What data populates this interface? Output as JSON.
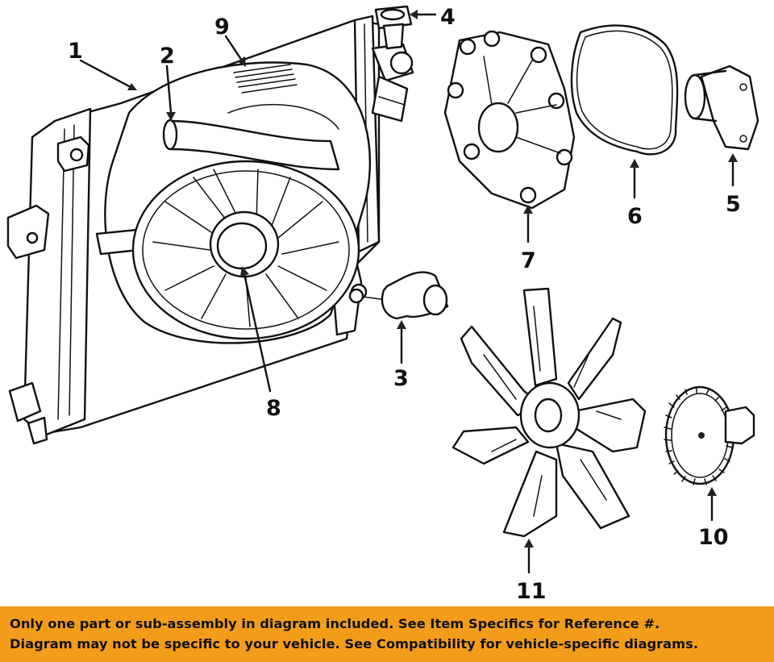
{
  "callouts": [
    "1",
    "2",
    "3",
    "4",
    "5",
    "6",
    "7",
    "8",
    "9",
    "10",
    "11"
  ],
  "notice": {
    "line1": "Only one part or sub-assembly in diagram included. See Item Specifics for Reference #.",
    "line2": "Diagram may not be specific to your vehicle. See Compatibility for vehicle-specific diagrams."
  },
  "colors": {
    "banner": "#f39c1a",
    "ink": "#111111",
    "background": "#ffffff"
  }
}
